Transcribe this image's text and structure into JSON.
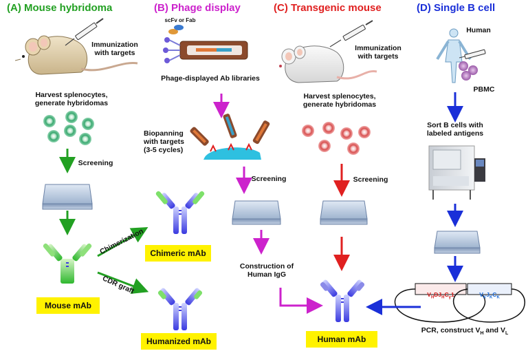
{
  "headers": {
    "a": "(A) Mouse hybridoma",
    "b": "(B) Phage display",
    "c": "(C) Transgenic mouse",
    "d": "(D) Single B cell"
  },
  "colors": {
    "a": "#22a022",
    "b": "#cc22cc",
    "c": "#e02020",
    "d": "#1a2fd8",
    "highlight": "#fff200"
  },
  "a": {
    "immunization": "Immunization\nwith targets",
    "harvest": "Harvest splenocytes,\ngenerate hybridomas",
    "screening": "Screening",
    "chimerization": "Chimerization",
    "cdr_graft": "CDR graft",
    "mouse_mab": "Mouse mAb",
    "chimeric_mab": "Chimeric mAb",
    "humanized_mab": "Humanized mAb"
  },
  "b": {
    "scfv": "scFv or Fab",
    "libraries": "Phage-displayed Ab libraries",
    "biopanning": "Biopanning\nwith targets\n(3-5 cycles)",
    "screening": "Screening",
    "construction": "Construction of\nHuman IgG"
  },
  "c": {
    "immunization": "Immunization\nwith targets",
    "harvest": "Harvest splenocytes,\ngenerate hybridomas",
    "screening": "Screening",
    "human_mab": "Human mAb"
  },
  "d": {
    "human": "Human",
    "pbmc": "PBMC",
    "sort": "Sort B cells with\nlabeled antigens",
    "pcr": "PCR, construct V",
    "pcr_h": "H",
    "pcr_and": " and V",
    "pcr_l": "L",
    "heavy_v": "V",
    "heavy_sub1": "H",
    "heavy_d": "DJ",
    "heavy_sub2": "H",
    "heavy_c": "C",
    "heavy_sub3": "γ",
    "heavy_end": "1",
    "light_v": "V",
    "light_sub1": "K",
    "light_j": "J",
    "light_sub2": "K",
    "light_c": "C",
    "light_sub3": "K"
  }
}
